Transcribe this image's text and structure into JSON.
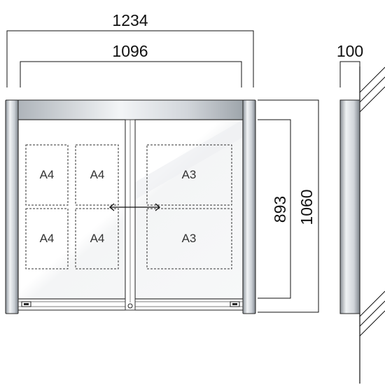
{
  "dimensions": {
    "overall_width": "1234",
    "inner_width": "1096",
    "depth": "100",
    "inner_height": "893",
    "overall_height": "1060"
  },
  "papers": {
    "a4_1": "A4",
    "a4_2": "A4",
    "a4_3": "A4",
    "a4_4": "A4",
    "a3_1": "A3",
    "a3_2": "A3"
  },
  "colors": {
    "frame_light": "#f2f4f6",
    "frame_mid": "#c9ced4",
    "frame_dark": "#8d949b",
    "glass": "#ffffff",
    "line": "#111111"
  },
  "icons": {
    "sliding_arrow": "double-headed-arrow"
  }
}
